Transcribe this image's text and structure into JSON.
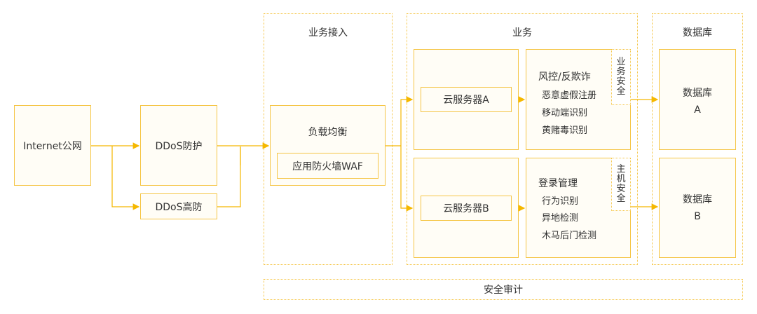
{
  "nodes": {
    "internet": "Internet公网",
    "ddos_protect": "DDoS防护",
    "ddos_high": "DDoS高防",
    "load_balance": "负载均衡",
    "waf": "应用防火墙WAF",
    "server_a": "云服务器A",
    "server_b": "云服务器B",
    "db_a_line1": "数据库",
    "db_a_line2": "A",
    "db_b_line1": "数据库",
    "db_b_line2": "B"
  },
  "groups": {
    "access": "业务接入",
    "business": "业务",
    "database": "数据库",
    "audit": "安全审计"
  },
  "risk_box": {
    "title": "风控/反欺诈",
    "items": [
      "恶意虚假注册",
      "移动端识别",
      "黄赌毒识别"
    ],
    "tag": [
      "业",
      "务",
      "安",
      "全"
    ]
  },
  "login_box": {
    "title": "登录管理",
    "items": [
      "行为识别",
      "异地检测",
      "木马后门检测"
    ],
    "tag": [
      "主",
      "机",
      "安",
      "全"
    ]
  },
  "colors": {
    "border": "#f5c545",
    "arrow": "#f5b800",
    "text": "#333333"
  }
}
